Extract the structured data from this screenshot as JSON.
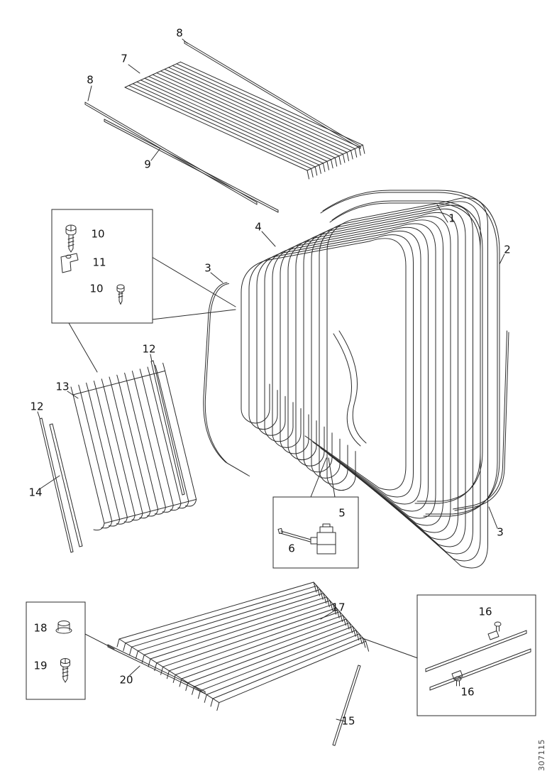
{
  "figure": {
    "type": "exploded-parts-diagram",
    "drawing_number": "307115",
    "line_color": "#2b2b2b",
    "callouts": [
      {
        "label": "8"
      },
      {
        "label": "7"
      },
      {
        "label": "8"
      },
      {
        "label": "9"
      },
      {
        "label": "1"
      },
      {
        "label": "2"
      },
      {
        "label": "4"
      },
      {
        "label": "3"
      },
      {
        "label": "10"
      },
      {
        "label": "11"
      },
      {
        "label": "10"
      },
      {
        "label": "12"
      },
      {
        "label": "13"
      },
      {
        "label": "12"
      },
      {
        "label": "14"
      },
      {
        "label": "5"
      },
      {
        "label": "6"
      },
      {
        "label": "3"
      },
      {
        "label": "17"
      },
      {
        "label": "16"
      },
      {
        "label": "18"
      },
      {
        "label": "19"
      },
      {
        "label": "20"
      },
      {
        "label": "16"
      },
      {
        "label": "15"
      }
    ]
  }
}
